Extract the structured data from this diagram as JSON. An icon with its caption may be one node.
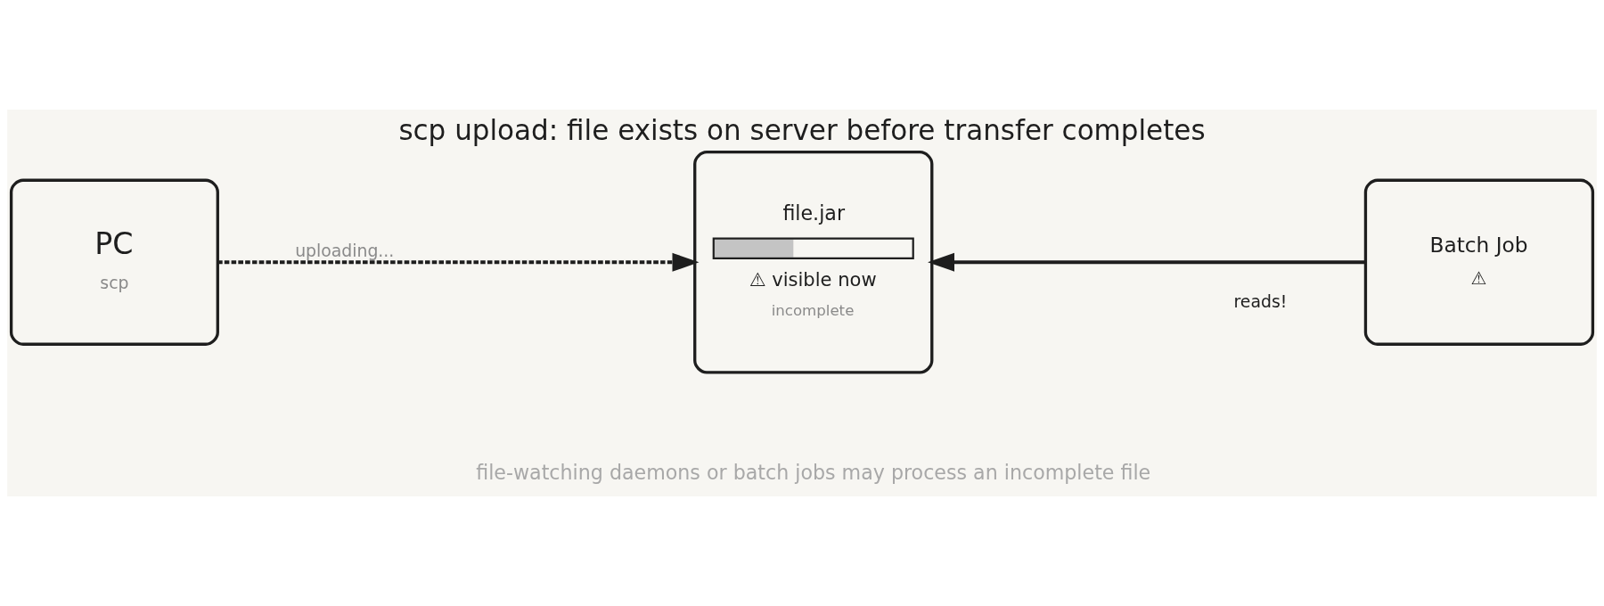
{
  "diagram": {
    "title": "scp upload: file exists on server before transfer completes",
    "caption": "file-watching daemons or batch jobs may process an incomplete file",
    "nodes": [
      {
        "text": [
          "PC",
          "scp"
        ]
      },
      {
        "text": [
          "file.jar",
          "⚠ visible now",
          "incomplete"
        ]
      },
      {
        "text": [
          "Batch Job",
          "⚠"
        ]
      }
    ],
    "edges": [
      {
        "from": 0,
        "to": 1,
        "arrow": "to",
        "label": "uploading...",
        "style": "dashed"
      },
      {
        "from": 2,
        "to": 1,
        "arrow": "to",
        "label": "reads!"
      }
    ]
  }
}
